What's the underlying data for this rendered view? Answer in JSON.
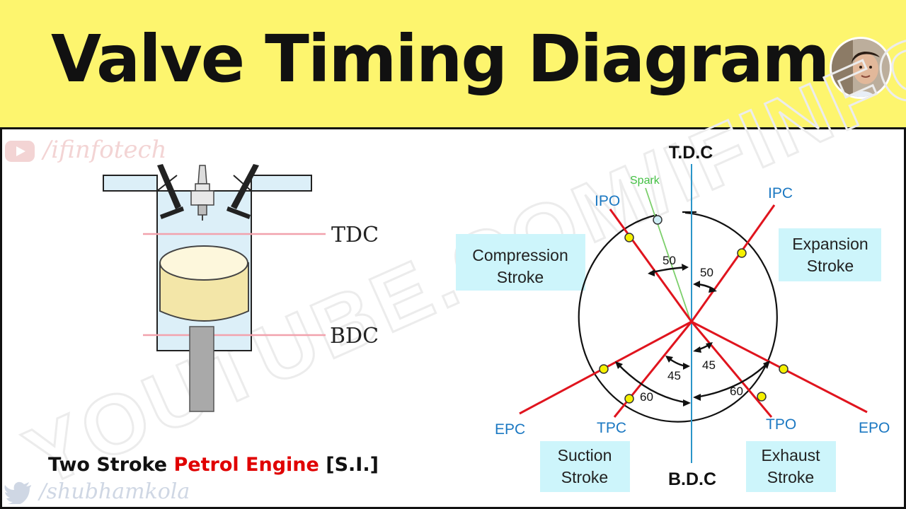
{
  "header": {
    "title": "Valve Timing Diagram"
  },
  "watermarks": {
    "channel": "/ifinfotech",
    "twitter": "/shubhamkola",
    "diagonal": "YOUTUBE.COM/IFINFOTECH"
  },
  "engine": {
    "tdc_label": "TDC",
    "bdc_label": "BDC",
    "caption": {
      "part1": "Two Stroke ",
      "part2": "Petrol Engine",
      "part3": " [S.I.]"
    }
  },
  "timing": {
    "tdc": "T.D.C",
    "bdc": "B.D.C",
    "spark": "Spark",
    "points": {
      "ipo": "IPO",
      "ipc": "IPC",
      "epc": "EPC",
      "tpc": "TPC",
      "tpo": "TPO",
      "epo": "EPO"
    },
    "angles": {
      "spark_angle": "50",
      "ipc_angle": "50",
      "tpc_angle": "45",
      "tpo_angle": "45",
      "epc_angle": "60",
      "epo_angle": "60"
    },
    "strokes": {
      "compression_line1": "Compression",
      "compression_line2": "Stroke",
      "expansion_line1": "Expansion",
      "expansion_line2": "Stroke",
      "suction_line1": "Suction",
      "suction_line2": "Stroke",
      "exhaust_line1": "Exhaust",
      "exhaust_line2": "Stroke"
    },
    "colors": {
      "line_red": "#e0141e",
      "axis_blue": "#2a95c9",
      "label_blue": "#1b78c2",
      "spark_green": "#44c044",
      "stroke_box": "#cdf5fb",
      "dot_yellow": "#f5f000"
    }
  }
}
